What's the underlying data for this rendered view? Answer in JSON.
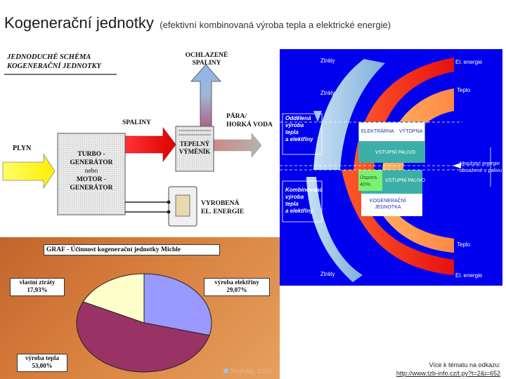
{
  "title": {
    "main": "Kogenerační jednotky",
    "sub": "(efektivní kombinovaná výroba tepla a elektrické energie)"
  },
  "schema": {
    "heading_line1": "JEDNODUCHÉ SCHÉMA",
    "heading_line2": "KOGENERAČNÍ JEDNOTKY",
    "cooled_exhaust_line1": "OCHLAZENÉ",
    "cooled_exhaust_line2": "SPALINY",
    "exhaust": "SPALINY",
    "steam_line1": "PÁRA/",
    "steam_line2": "HORKÁ VODA",
    "gas": "PLYN",
    "turbine_line1": "TURBO -",
    "turbine_line2": "GENERÁTOR",
    "turbine_line3": "nebo",
    "turbine_line4": "MOTOR -",
    "turbine_line5": "GENERÁTOR",
    "exchanger_line1": "TEPELNÝ",
    "exchanger_line2": "VÝMĚNÍK",
    "power_line1": "VYROBENÁ",
    "power_line2": "EL. ENERGIE"
  },
  "pie": {
    "heading": "GRAF - Účinnost kogenerační jednotky Michle",
    "watermark": "Stryhalo, 2002",
    "slices": [
      {
        "label": "výroba elektřiny",
        "percent_text": "29,07%",
        "value": 29.07,
        "color": "#9999ff"
      },
      {
        "label": "výroba tepla",
        "percent_text": "53,00%",
        "value": 53.0,
        "color": "#993366"
      },
      {
        "label": "vlastní ztráty",
        "percent_text": "17,93%",
        "value": 17.93,
        "color": "#ffffcc"
      }
    ]
  },
  "comparison": {
    "losses": "Ztráty",
    "el_energy": "El. energie",
    "heat": "Teplo",
    "separate_line1": "Oddělená",
    "separate_line2": "výroba",
    "separate_line3": "tepla",
    "separate_line4": "a elektřiny",
    "power_plant": "ELEKTRÁRNA",
    "heating_plant": "VÝTOPNA",
    "input_fuel": "VSTUPNÍ PALIVO",
    "fuel_note_line1": "Množství energie",
    "fuel_note_line2": "obsažené v palivu",
    "saving_line1": "Úspora",
    "saving_line2": "40%",
    "combined_line1": "Kombinovaná",
    "combined_line2": "výroba",
    "combined_line3": "tepla",
    "combined_line4": "a elektřiny",
    "cogen_line1": "KOGENERAČNÍ",
    "cogen_line2": "JEDNOTKA"
  },
  "footer": {
    "more_info": "Více k tématu na odkazu:",
    "link": "http://www.tzb-info.cz/t.py?t=2&i=652"
  }
}
